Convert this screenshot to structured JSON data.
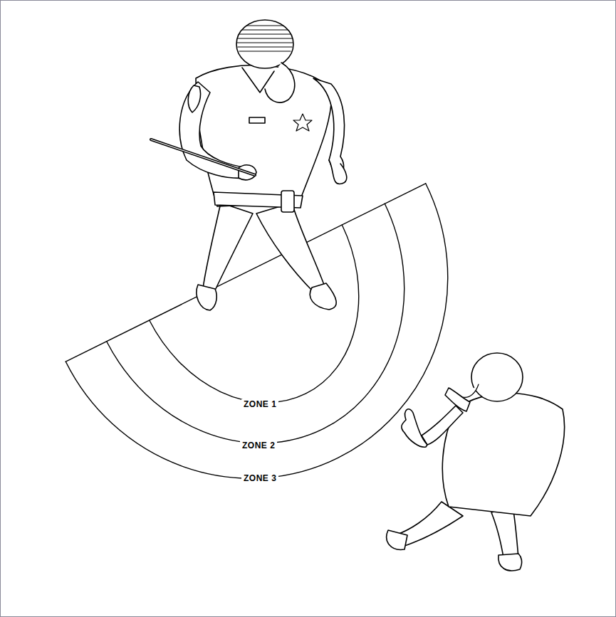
{
  "diagram": {
    "labels": [
      "ZONE 1",
      "ZONE 2",
      "ZONE 3"
    ]
  }
}
